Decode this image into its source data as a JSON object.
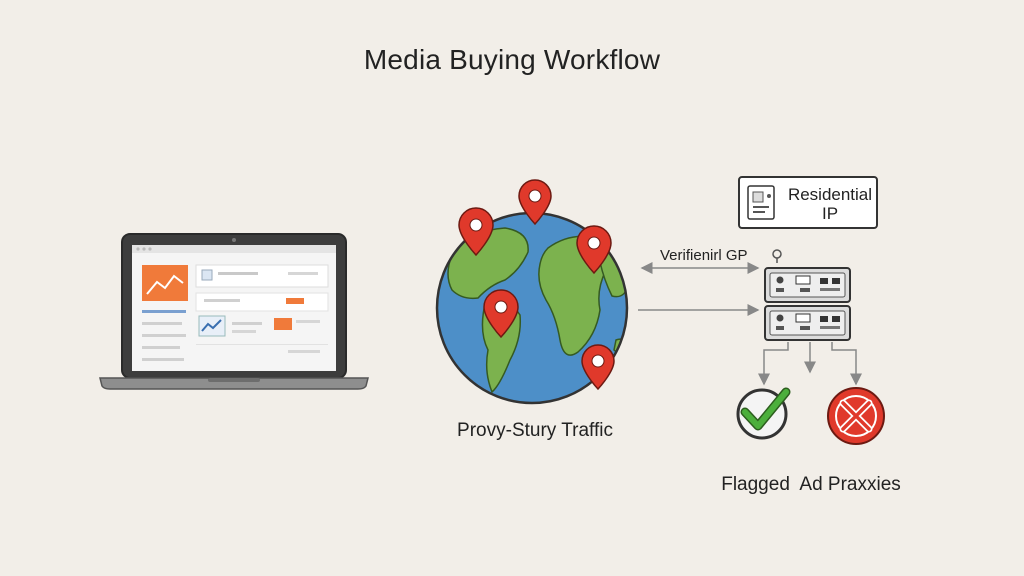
{
  "title": "Media Buying Workflow",
  "labels": {
    "traffic": "Provy-Stury Traffic",
    "verification": "Verifienirl GP",
    "residential_ip": [
      "Residential",
      "IP"
    ],
    "result": "Flagged  Ad Praxxies"
  },
  "icons": [
    "laptop-icon",
    "globe-icon",
    "location-pin-icon",
    "id-card-icon",
    "server-icon",
    "check-icon",
    "cross-icon"
  ],
  "colors": {
    "background": "#f2eee8",
    "pin_red": "#e0392b",
    "ocean_blue": "#4d8fc8",
    "land_green": "#7cb24e",
    "check_green": "#4caf3c",
    "laptop_dark": "#4a4a4a",
    "chart_orange": "#f07a3a"
  }
}
